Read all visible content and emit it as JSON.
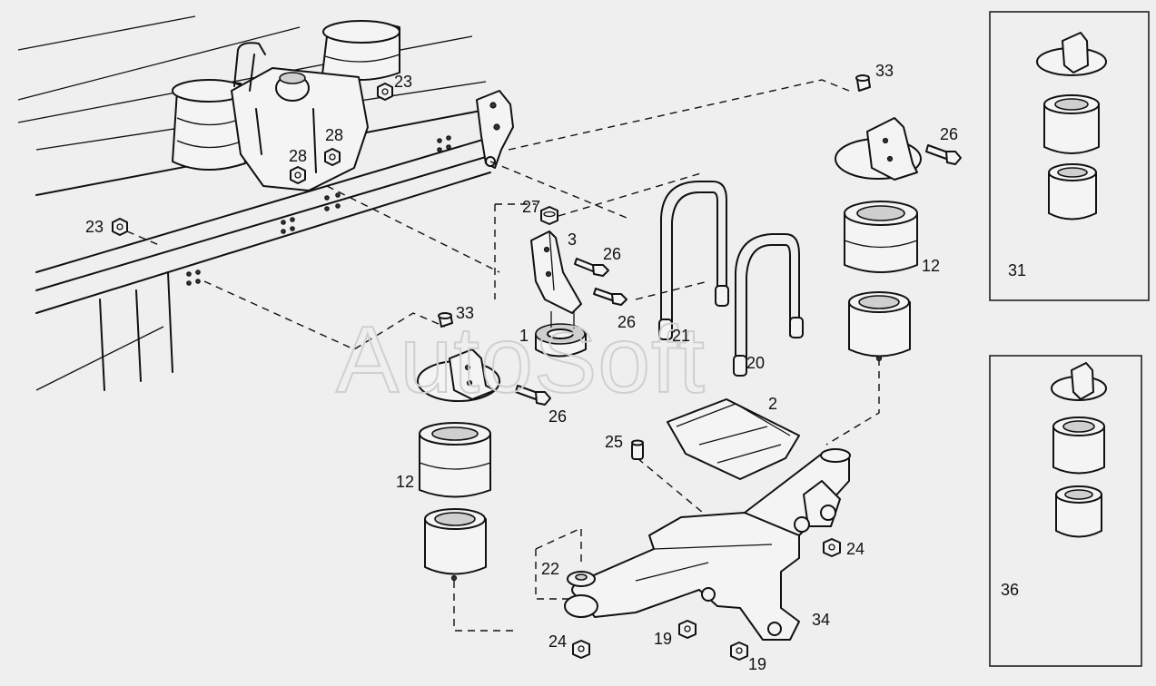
{
  "watermark": "AutoSoft",
  "labels": {
    "p1": "1",
    "p2": "2",
    "p3": "3",
    "p12a": "12",
    "p12b": "12",
    "p19a": "19",
    "p19b": "19",
    "p20": "20",
    "p21": "21",
    "p22": "22",
    "p23a": "23",
    "p23b": "23",
    "p24a": "24",
    "p24b": "24",
    "p25": "25",
    "p26a": "26",
    "p26b": "26",
    "p26c": "26",
    "p26d": "26",
    "p27": "27",
    "p28a": "28",
    "p28b": "28",
    "p31": "31",
    "p33a": "33",
    "p33b": "33",
    "p34": "34",
    "p36": "36"
  },
  "colors": {
    "ink": "#111111",
    "paper": "#efefef",
    "watermark": "#d0d0d0"
  }
}
